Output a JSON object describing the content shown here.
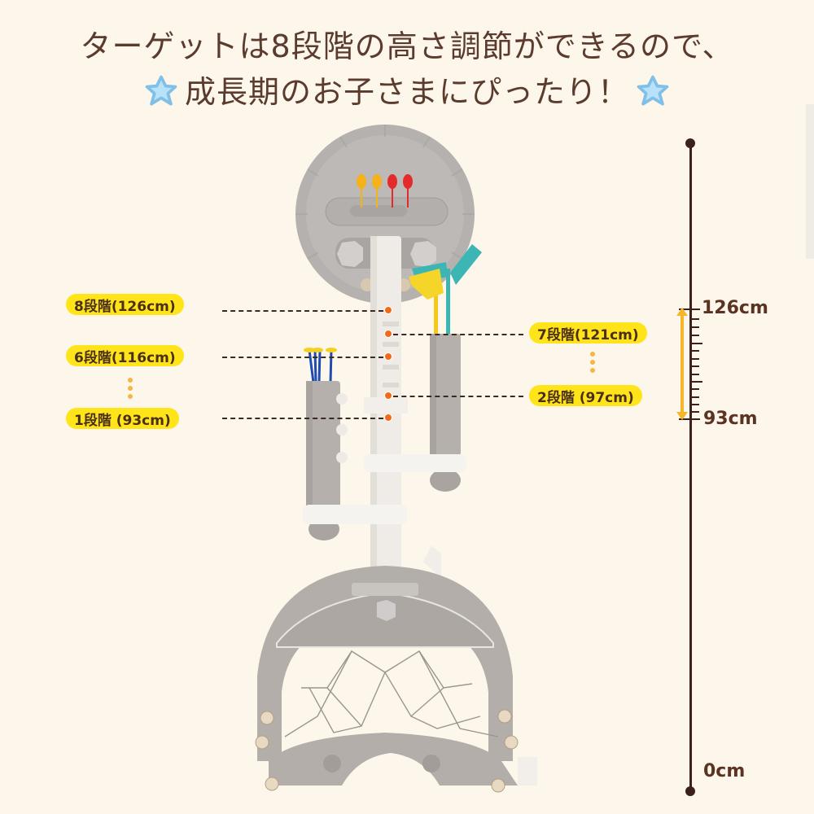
{
  "headline": {
    "line1": "ターゲットは8段階の高さ調節ができるので、",
    "line2": "成長期のお子さまにぴったり！",
    "star_icon_color": "#8cc9ee"
  },
  "height_levels": {
    "left": [
      {
        "label": "8段階(126cm)",
        "level": 8,
        "height_cm": 126
      },
      {
        "label": "6段階(116cm)",
        "level": 6,
        "height_cm": 116
      },
      {
        "label": "1段階 (93cm)",
        "level": 1,
        "height_cm": 93
      }
    ],
    "right": [
      {
        "label": "7段階(121cm)",
        "level": 7,
        "height_cm": 121
      },
      {
        "label": "2段階 (97cm)",
        "level": 2,
        "height_cm": 97
      }
    ],
    "pill_color": "#ffe419",
    "marker_color": "#f26a18"
  },
  "ruler": {
    "top_label": "126cm",
    "bottom_label": "93cm",
    "zero_label": "0cm",
    "range_arrow_color": "#f6b62c"
  },
  "product": {
    "name": "target stand with darts, golf clubs, arrows and soccer goal base",
    "darts": [
      "yellow",
      "yellow",
      "red",
      "red"
    ]
  }
}
